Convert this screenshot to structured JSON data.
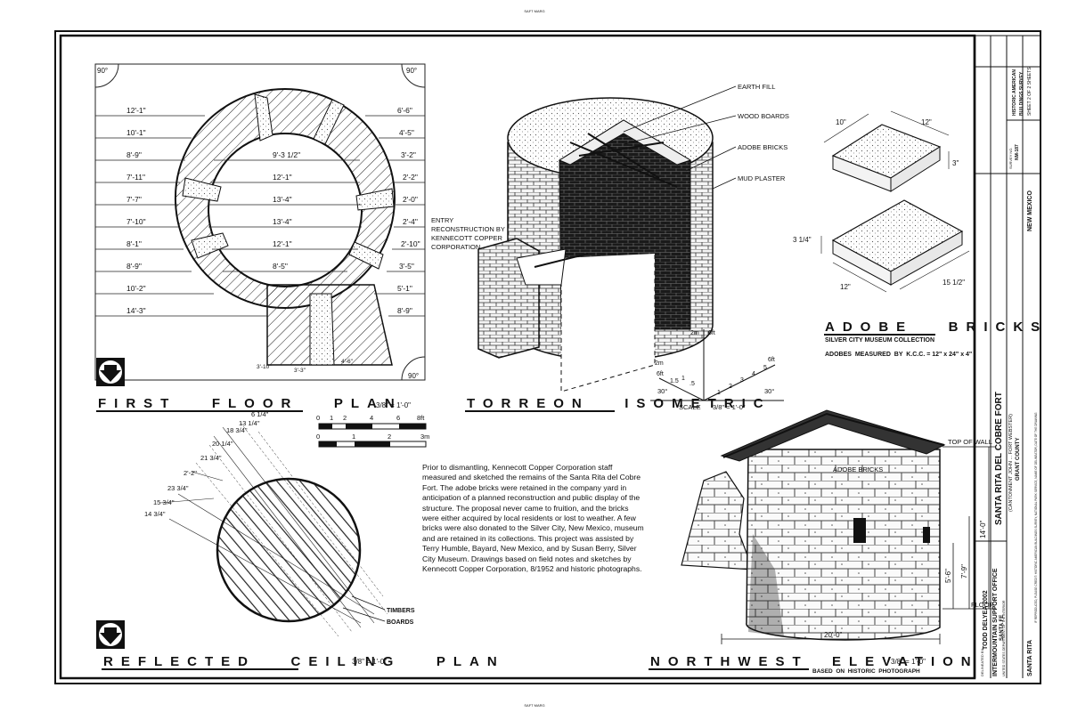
{
  "top_mark": "SAFT MARG",
  "bottom_mark": "SAFT MARG",
  "first_floor_plan": {
    "title": "FIRST   FLOOR   PLAN",
    "scale": "3/8\" = 1'-0\"",
    "corner_90": [
      "90°",
      "90°",
      "90°"
    ],
    "left_dims": [
      "12'-1\"",
      "10'-1\"",
      "8'-9\"",
      "7'-11\"",
      "7'-7\"",
      "7'-10\"",
      "8'-1\"",
      "8'-9\"",
      "10'-2\"",
      "14'-3\""
    ],
    "center_dims": [
      "9'-3 1/2\"",
      "12'-1\"",
      "13'-4\"",
      "13'-4\"",
      "12'-1\"",
      "8'-5\""
    ],
    "right_dims": [
      "6'-6\"",
      "4'-5\"",
      "3'-2\"",
      "2'-2\"",
      "2'-0\"",
      "2'-4\"",
      "2'-10\"",
      "3'-5\"",
      "5'-1\"",
      "8'-9\""
    ],
    "bottom_dims": [
      "3'-10\"",
      "3'-3\"",
      "4'-6\""
    ]
  },
  "torreon": {
    "title": "TORREON   ISOMETRIC",
    "labels": [
      "EARTH FILL",
      "WOOD BOARDS",
      "ADOBE BRICKS",
      "MUD PLASTER"
    ],
    "entry_note": [
      "ENTRY",
      "RECONSTRUCTION BY",
      "KENNECOTT COPPER",
      "CORPORATION"
    ],
    "scale_label": "SCALE",
    "scale_value": "3/8\" = 1'-0\"",
    "angle": "30°",
    "unit_6ft": "6ft",
    "unit_2m": "2m",
    "ticks_ft": [
      "1",
      "2",
      "3",
      "4",
      "5"
    ],
    "ticks_m": [
      ".5",
      "1",
      "1.5"
    ]
  },
  "adobe_bricks": {
    "title": "ADOBE   BRICKS",
    "subtitle": "SILVER CITY MUSEUM COLLECTION",
    "measured": "ADOBES  MEASURED  BY  K.C.C. = 12\" x 24\" x 4\"",
    "dims_top": [
      "10\"",
      "12\"",
      "3\""
    ],
    "dims_bottom": [
      "3 1/4\"",
      "12\"",
      "15 1/2\""
    ]
  },
  "bar_scale": {
    "ft_ticks": [
      "0",
      "1",
      "2",
      "4",
      "6",
      "8ft"
    ],
    "m_ticks": [
      "0",
      "1",
      "2",
      "3m"
    ]
  },
  "ceiling_plan": {
    "title": "REFLECTED   CEILING   PLAN",
    "scale": "3/8\" = 1'-0\"",
    "dims": [
      "6 1/4\"",
      "13 1/4\"",
      "18 3/4\"",
      "20 1/4\"",
      "21 3/4\"",
      "2'-2\"",
      "23 3/4\"",
      "15 3/4\"",
      "14 3/4\""
    ],
    "labels": [
      "TIMBERS",
      "BOARDS"
    ]
  },
  "note": "Prior to dismantling, Kennecott Copper Corporation staff measured and sketched the remains of the Santa Rita del Cobre Fort. The adobe bricks were retained in the company yard in anticipation of a planned reconstruction and public display of the structure. The proposal never came to fruition, and the bricks were either acquired by local residents or lost to weather. A few bricks were also donated to the Silver City, New Mexico, museum and are retained in its collections. This project was assisted by Terry Humble, Bayard, New Mexico, and by Susan Berry, Silver City Museum. Drawings based on field notes and sketches by Kennecott Copper Corporation, 8/1952 and historic photographs.",
  "elevation": {
    "title": "NORTHWEST  ELEVATION",
    "scale": "3/8\" = 1'-0\"",
    "based_on": "BASED  ON  HISTORIC  PHOTOGRAPH",
    "top_of_wall": "TOP OF WALL",
    "floor": "FLOOR",
    "adobe_bricks": "ADOBE BRICKS",
    "dims": [
      "14'-0\"",
      "7'-9\"",
      "5'-6\"",
      "20'-0\""
    ]
  },
  "title_block": {
    "delineated": "DELINEATED BY:",
    "delineator": "TODD DELYEA  2002",
    "office": "INTERMOUNTAIN SUPPORT OFFICE",
    "city": "SANTA FE",
    "agency": "UNITED STATES DEPARTMENT OF THE INTERIOR",
    "project": "SANTA RITA DEL COBRE FORT",
    "aka": "(CANTONMENT JOHN ... FORT WEBSTER)",
    "county": "GRANT COUNTY",
    "place": "SANTA RITA",
    "state": "NEW MEXICO",
    "credit": "IF REPRODUCED, PLEASE CREDIT: HISTORIC AMERICAN BUILDINGS SURVEY, NATIONAL PARK SERVICE, NAME OF DELINEATOR, DATE OF THE DRAWING",
    "survey_no_label": "SURVEY NO.",
    "survey_no": "NM-187",
    "habs": "HISTORIC AMERICAN",
    "habs2": "BUILDINGS SURVEY",
    "sheet": "SHEET 2 OF 2 SHEETS"
  }
}
